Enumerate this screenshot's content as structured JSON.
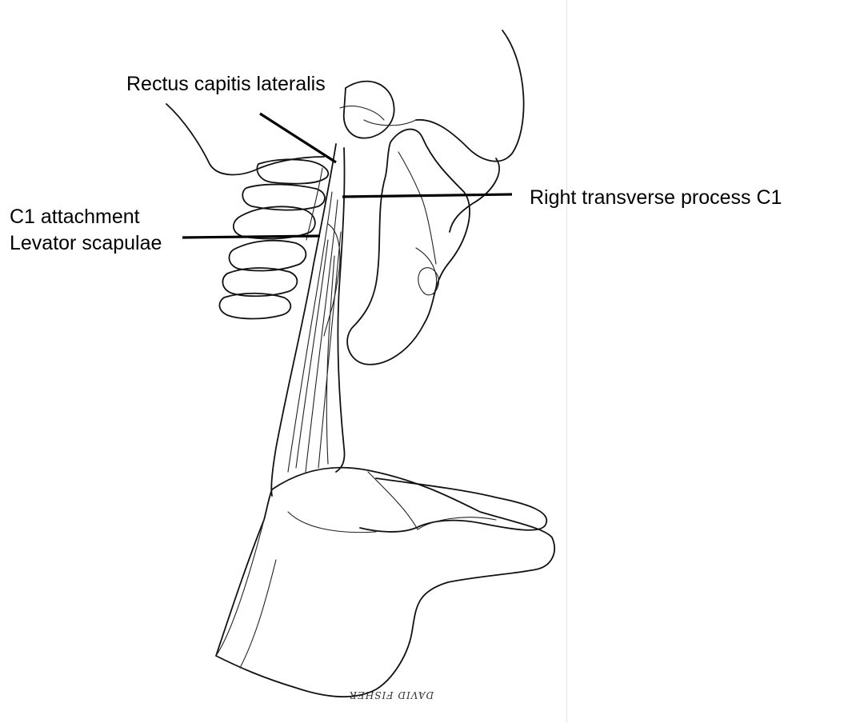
{
  "labels": {
    "rectus_capitis_lateralis": "Rectus capitis lateralis",
    "right_transverse_process": "Right transverse process C1",
    "c1_attachment": "C1 attachment",
    "levator_scapulae": "Levator scapulae"
  },
  "signature": "DAVID FISHER",
  "colors": {
    "ink": "#111111",
    "background": "#ffffff",
    "divider": "#e3e3e3"
  }
}
